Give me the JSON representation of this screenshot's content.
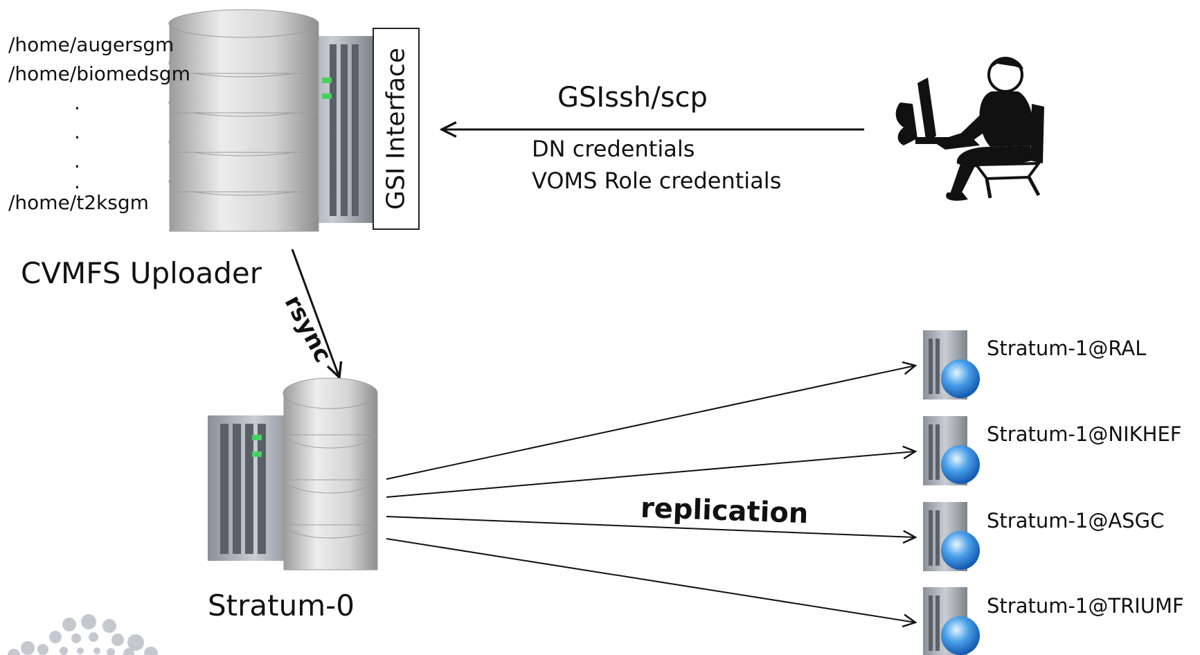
{
  "uploader": {
    "paths": [
      "/home/augersgm",
      "/home/biomedsgm",
      ".",
      ".",
      ".",
      ".",
      "/home/t2ksgm"
    ],
    "label": "CVMFS Uploader"
  },
  "gsi_interface": "GSI Interface",
  "connection": {
    "protocol": "GSIssh/scp",
    "credentials": [
      "DN credentials",
      "VOMS Role credentials"
    ]
  },
  "rsync_label": "rsync",
  "stratum0_label": "Stratum-0",
  "replication_label": "replication",
  "stratum1": [
    "Stratum-1@RAL",
    "Stratum-1@NIKHEF",
    "Stratum-1@ASGC",
    "Stratum-1@TRIUMF"
  ],
  "icons": {
    "uploader": "database-server-icon",
    "user": "user-at-computer-icon",
    "stratum0": "database-server-icon",
    "stratum1": "web-server-globe-icon",
    "logo": "dotted-logo"
  }
}
